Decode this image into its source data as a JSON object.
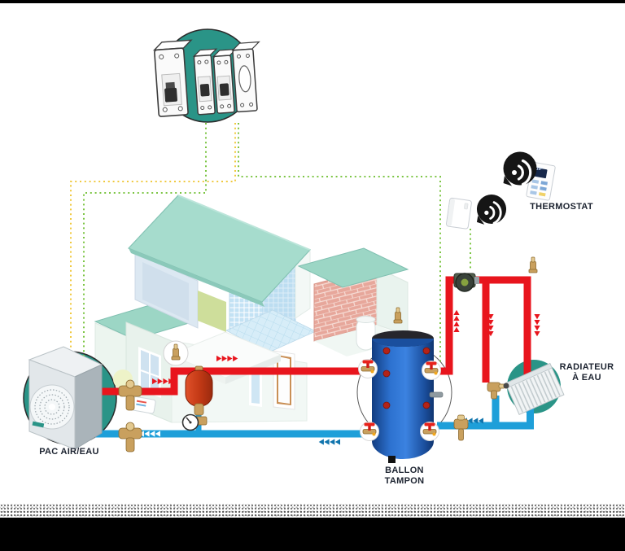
{
  "labels": {
    "heat_pump": "PAC AIR/EAU",
    "buffer_tank": [
      "BALLON",
      "TAMPON"
    ],
    "thermostat": "THERMOSTAT",
    "radiator": [
      "RADIATEUR",
      "À EAU"
    ],
    "thermostat_screen": "19°"
  },
  "icons": [
    "circuit-breakers-icon",
    "wifi-icon",
    "thermostat-panel-icon",
    "thermostat-receiver-icon",
    "heat-pump-unit-icon",
    "fan-grille-icon",
    "buffer-tank-icon",
    "radiator-panel-icon",
    "circulator-pump-icon",
    "expansion-vessel-icon",
    "pressure-gauge-icon",
    "air-vent-icon",
    "mixing-valve-icon",
    "tank-valve-icon",
    "water-heater-cylinder-icon"
  ],
  "colors": {
    "teal_circle": "#2a9487",
    "hot_pipe": "#e8151d",
    "cold_pipe": "#1e9fd9",
    "arrow_dark_blue": "#0f74ad",
    "control_yellow": "#f0c93f",
    "control_green": "#7cc544",
    "roof_teal": "#a6dccd",
    "wing_roof_teal": "#9cd6c5",
    "tank_blue": "#2d72d0",
    "brick_wall": "#e7a79b",
    "label_text": "#1c2330",
    "badge_black": "#151515"
  }
}
